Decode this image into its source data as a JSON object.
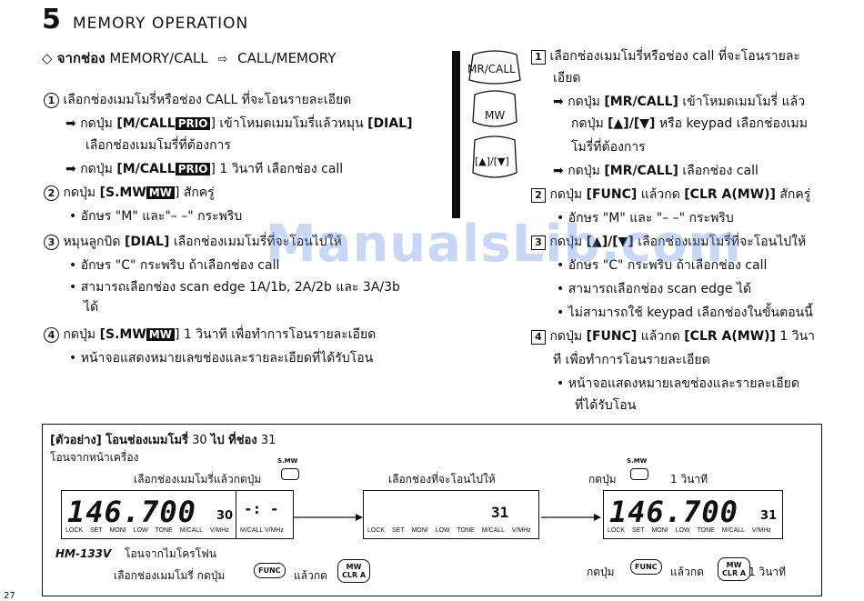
{
  "header": {
    "number": "5",
    "title": "MEMORY OPERATION"
  },
  "section": {
    "title_prefix": "◇ จากช่อง",
    "from": "MEMORY/CALL",
    "to": "CALL/MEMORY"
  },
  "left": {
    "s1": "เลือกช่องเมมโมรี่หรือช่อง CALL ที่จะโอนรายละเอียด",
    "s1a1": "กดปุ่ม",
    "s1a_key": "[M/CALL",
    "s1a_inv": "PRIO",
    "s1a_rest": "] เข้าโหมดเมมโมรี่แล้วหมุน",
    "s1a_dial": "[DIAL]",
    "s1a2": "เลือกช่องเมมโมรี่ที่ต้องการ",
    "s1b1": "กดปุ่ม",
    "s1b_key": "[M/CALL",
    "s1b_inv": "PRIO",
    "s1b_rest": "] 1 วินาที เลือกช่อง call",
    "s2": "กดปุ่ม",
    "s2_key": "[S.MW",
    "s2_inv": "MW",
    "s2_rest": "] สักครู่",
    "s2a": "อักษร \"M\" และ\"– –\" กระพริบ",
    "s3": "หมุนลูกบิด",
    "s3_key": "[DIAL]",
    "s3_rest": "เลือกช่องเมมโมรี่ที่จะโอนไปให้",
    "s3a": "อักษร \"C\" กระพริบ ถ้าเลือกช่อง call",
    "s3b1": "สามารถเลือกช่อง scan edge 1A/1b, 2A/2b และ 3A/3b",
    "s3b2": "ได้",
    "s4": "กดปุ่ม",
    "s4_key": "[S.MW",
    "s4_inv": "MW",
    "s4_rest": "] 1 วินาที เพื่อทำการโอนรายละเอียด",
    "s4a": "หน้าจอแสดงหมายเลขช่องและรายละเอียดที่ได้รับโอน"
  },
  "mic": {
    "k1": "MR/CALL",
    "k2": "MW",
    "k3": "[▲]/[▼]"
  },
  "right": {
    "r1a": "เลือกช่องเมมโมรี่หรือช่อง call ที่จะโอนรายละ",
    "r1b": "เอียด",
    "r1c1": "กดปุ่ม",
    "r1c_key": "[MR/CALL]",
    "r1c_rest": "เข้าโหมดเมมโมรี่ แล้ว",
    "r1d1": "กดปุ่ม",
    "r1d_key": "[▲]/[▼]",
    "r1d_rest": "หรือ keypad เลือกช่องเมม",
    "r1e": "โมรี่ที่ต้องการ",
    "r1f1": "กดปุ่ม",
    "r1f_key": "[MR/CALL]",
    "r1f_rest": "เลือกช่อง call",
    "r2": "กดปุ่ม",
    "r2_key": "[FUNC]",
    "r2_mid": "แล้วกด",
    "r2_key2": "[CLR A(MW)]",
    "r2_rest": "สักครู่",
    "r2a": "อักษร \"M\" และ \"– –\" กระพริบ",
    "r3": "กดปุ่ม",
    "r3_key": "[▲]/[▼]",
    "r3_rest": "เลือกช่องเมมโมรี่ที่จะโอนไปให้",
    "r3a": "อักษร \"C\" กระพริบ ถ้าเลือกช่อง call",
    "r3b": "สามารถเลือกช่อง scan edge ได้",
    "r3c": "ไม่สามารถใช้ keypad เลือกช่องในขั้นตอนนี้",
    "r4": "กดปุ่ม",
    "r4_key": "[FUNC]",
    "r4_mid": "แล้วกด",
    "r4_key2": "[CLR A(MW)]",
    "r4_rest": "1 วินา",
    "r4b": "ที เพื่อทำการโอนรายละเอียด",
    "r4c1": "หน้าจอแสดงหมายเลขช่องและรายละเอียด",
    "r4c2": "ที่ได้รับโอน"
  },
  "example": {
    "title_pre": "[ตัวอย่าง] โอนช่องเมมโมรี่",
    "title_num1": "30",
    "title_mid": "ไป ที่ช่อง",
    "title_num2": "31",
    "sub": "โอนจากหน้าเครื่อง",
    "cap1": "เลือกช่องเมมโมรี่แล้วกดปุ่ม",
    "cap2": "เลือกช่องที่จะโอนไปให้",
    "cap3a": "กดปุ่ม",
    "cap3b": "1 วินาที",
    "smw": "S.MW",
    "freq": "146.700",
    "ch1": "30",
    "ch2": "31",
    "ch3": "31",
    "labels": [
      "LOCK",
      "SET",
      "MONI",
      "LOW",
      "TONE",
      "M/CALL",
      "V/MHz"
    ],
    "mic_model": "HM-133V",
    "mic_text": "โอนจากไมโครโฟน",
    "mic_cap1": "เลือกช่องเมมโมรี่ กดปุ่ม",
    "func": "FUNC",
    "then": "แล้วกด",
    "mw": "MW",
    "clr": "CLR A",
    "mic_cap2": "กดปุ่ม",
    "sec": "1 วินาที"
  },
  "page_number": "27",
  "watermark": "ManualsLib.com"
}
